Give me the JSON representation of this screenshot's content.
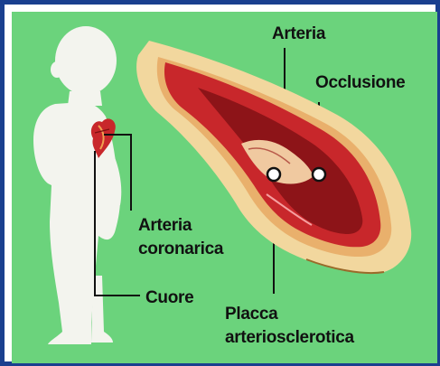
{
  "labels": {
    "arteria": "Arteria",
    "occlusione": "Occlusione",
    "arteria_coronarica_line1": "Arteria",
    "arteria_coronarica_line2": "coronarica",
    "cuore": "Cuore",
    "placca_line1": "Placca",
    "placca_line2": "arteriosclerotica"
  },
  "colors": {
    "border": "#1a3f8f",
    "background": "#6bd37c",
    "silhouette": "#f3f4ee",
    "artery_wall": "#f2d79e",
    "artery_lumen": "#c8272b",
    "plaque": "#f0c9a0"
  }
}
